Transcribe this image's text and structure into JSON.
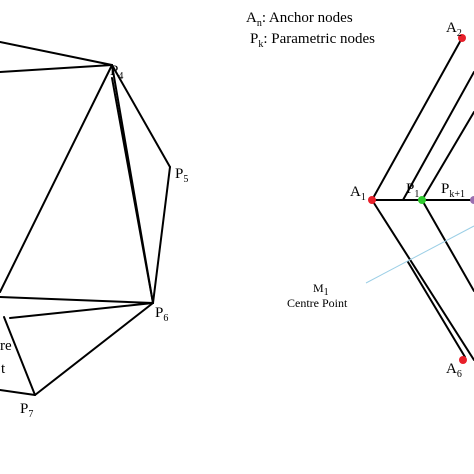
{
  "legend": {
    "anchor_base": "A",
    "anchor_sub": "n",
    "anchor_text": ": Anchor nodes",
    "param_base": "P",
    "param_sub": "k",
    "param_text": ": Parametric nodes"
  },
  "left_diagram": {
    "nodes": {
      "p4": {
        "base": "P",
        "sub": "4"
      },
      "p5": {
        "base": "P",
        "sub": "5"
      },
      "p6": {
        "base": "P",
        "sub": "6"
      },
      "p7": {
        "base": "P",
        "sub": "7"
      }
    },
    "cut_label_top": "re",
    "cut_label_bottom": "t"
  },
  "right_diagram": {
    "nodes": {
      "a1": {
        "base": "A",
        "sub": "1"
      },
      "a2": {
        "base": "A",
        "sub": "2"
      },
      "a6": {
        "base": "A",
        "sub": "6"
      },
      "p1": {
        "base": "P",
        "sub": "1"
      },
      "pk1": {
        "base": "P",
        "sub": "k+1"
      }
    },
    "m1": {
      "base": "M",
      "sub": "1"
    },
    "centre_point": "Centre Point"
  },
  "colors": {
    "anchor_node": "#e8202a",
    "param_node_p1": "#2ecc2e",
    "param_node_pk1": "#9a6fb0",
    "centre_line": "#9ccfe6"
  }
}
